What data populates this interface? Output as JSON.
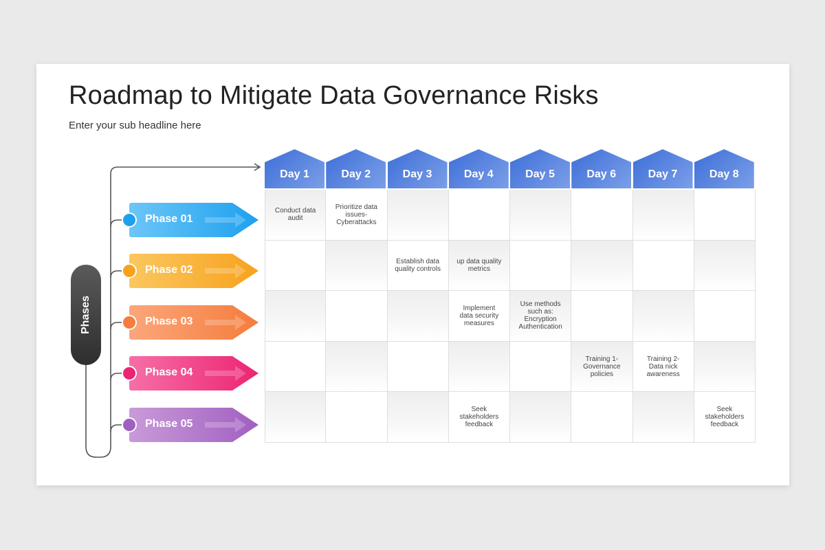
{
  "slide": {
    "title": "Roadmap to Mitigate Data Governance Risks",
    "subtitle": "Enter your sub headline here"
  },
  "phases_label": "Phases",
  "phases": [
    {
      "label": "Phase 01",
      "color_from": "#6cc6f8",
      "color_to": "#1ea0ef",
      "dot": "#1ea0ef"
    },
    {
      "label": "Phase 02",
      "color_from": "#fbc75f",
      "color_to": "#f7a21d",
      "dot": "#f7a21d"
    },
    {
      "label": "Phase 03",
      "color_from": "#fba77b",
      "color_to": "#f57c3c",
      "dot": "#f57c3c"
    },
    {
      "label": "Phase 04",
      "color_from": "#f66fa7",
      "color_to": "#ec2472",
      "dot": "#ec2472"
    },
    {
      "label": "Phase 05",
      "color_from": "#c99ad8",
      "color_to": "#a15fc1",
      "dot": "#a15fc1"
    }
  ],
  "days": [
    "Day 1",
    "Day 2",
    "Day 3",
    "Day 4",
    "Day 5",
    "Day 6",
    "Day 7",
    "Day 8"
  ],
  "header_color": "#4a78dc",
  "grid": [
    [
      "Conduct data audit",
      "Prioritize data issues- Cyberattacks",
      "",
      "",
      "",
      "",
      "",
      ""
    ],
    [
      "",
      "",
      "Establish data quality controls",
      "up data quality metrics",
      "",
      "",
      "",
      ""
    ],
    [
      "",
      "",
      "",
      "Implement  data security measures",
      "Use methods such as: Encryption Authentication",
      "",
      "",
      ""
    ],
    [
      "",
      "",
      "",
      "",
      "",
      "Training 1- Governance policies",
      "Training 2-Data nick awareness",
      ""
    ],
    [
      "",
      "",
      "",
      "Seek stakeholders feedback",
      "",
      "",
      "",
      "Seek stakeholders feedback"
    ]
  ]
}
